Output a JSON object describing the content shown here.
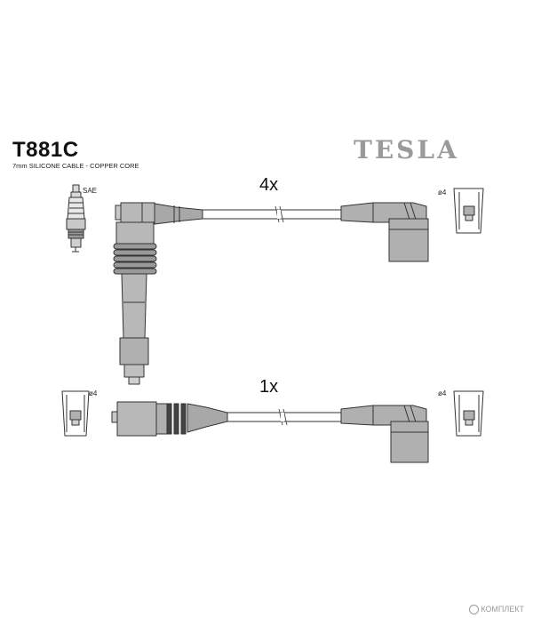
{
  "header": {
    "part_number": "T881C",
    "description": "7mm SILICONE CABLE - COPPER CORE",
    "brand": "TESLA"
  },
  "cables": {
    "top_quantity": "4x",
    "bottom_quantity": "1x"
  },
  "labels": {
    "spark_plug_type": "SAE",
    "terminal_top_right": "ø4",
    "terminal_bottom_left": "ø4",
    "terminal_bottom_right": "ø4"
  },
  "watermark": "КОМПЛЕКТ"
}
